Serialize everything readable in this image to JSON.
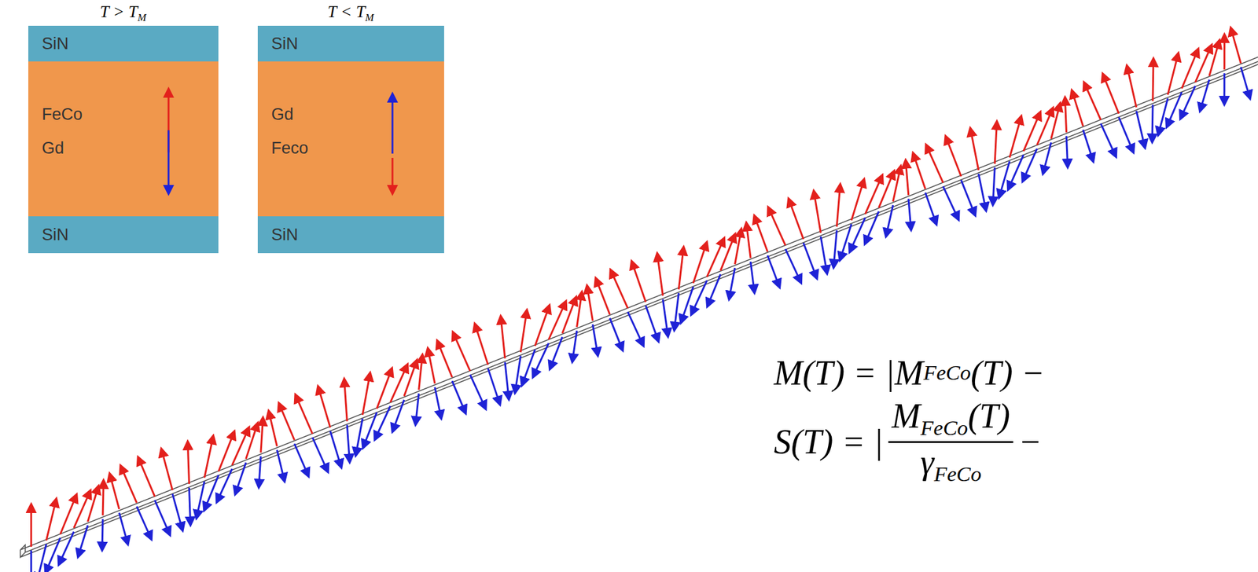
{
  "diagram": {
    "nodes": [
      {
        "text": [
          "SiN"
        ]
      },
      {
        "text": [
          "FeCo",
          "Gd"
        ]
      },
      {
        "text": [
          "SiN"
        ]
      },
      {
        "text": [
          "SiN"
        ]
      },
      {
        "text": [
          "Gd",
          "Feco"
        ]
      },
      {
        "text": [
          "SiN"
        ]
      }
    ],
    "labels": [
      "T > T",
      "M",
      "T < T",
      "M",
      "M(T) = |M",
      "FeCo",
      "(T) −",
      "S(T) = |",
      "M",
      "FeCo",
      "(T)",
      "γ",
      "FeCo",
      "−"
    ]
  }
}
